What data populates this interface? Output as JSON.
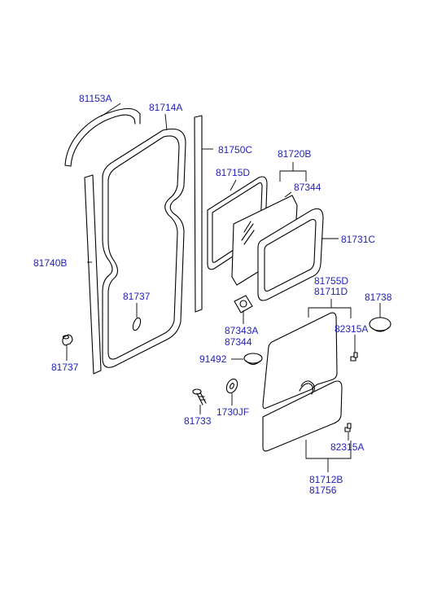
{
  "diagram": {
    "colors": {
      "line": "#000000",
      "label": "#1f1fb8",
      "background": "#ffffff"
    },
    "labels": {
      "p81153A": "81153A",
      "p81714A": "81714A",
      "p81750C": "81750C",
      "p81720B": "81720B",
      "p81715D": "81715D",
      "p87344_top": "87344",
      "p81731C": "81731C",
      "p81740B": "81740B",
      "p81737_mid": "81737",
      "p81737_low": "81737",
      "p87343A": "87343A",
      "p87344_low": "87344",
      "p81755D": "81755D",
      "p81711D": "81711D",
      "p81738": "81738",
      "p82315A_top": "82315A",
      "p91492": "91492",
      "p81733": "81733",
      "p1730JF": "1730JF",
      "p82315A_low": "82315A",
      "p81712B": "81712B",
      "p81756": "81756"
    }
  }
}
